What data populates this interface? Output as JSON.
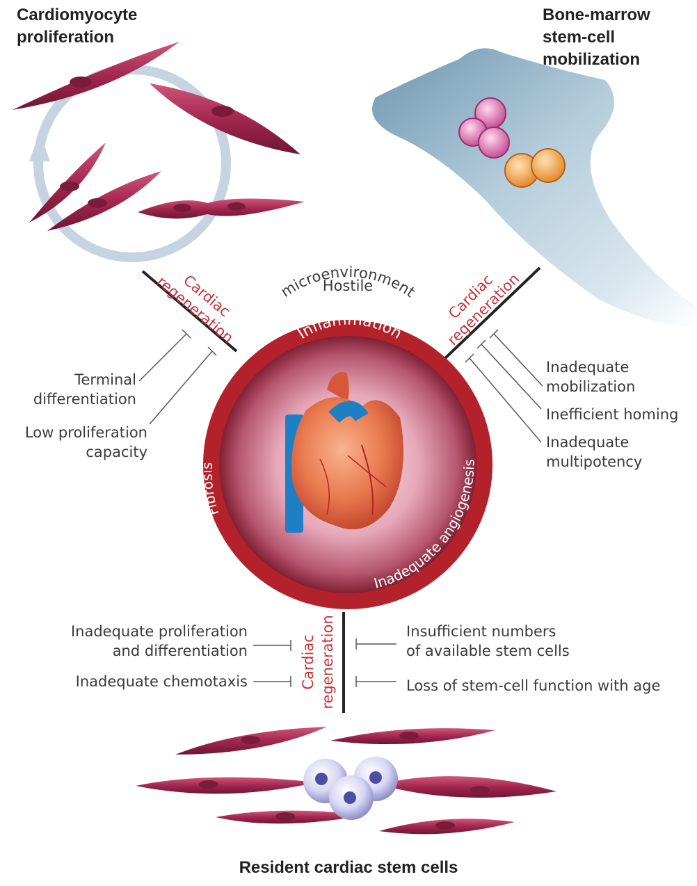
{
  "titles": {
    "top_left": [
      "Cardiomyocyte",
      "proliferation"
    ],
    "top_right": [
      "Bone-marrow",
      "stem-cell",
      "mobilization"
    ],
    "bottom": "Resident cardiac stem cells"
  },
  "center": {
    "hostile": [
      "Hostile",
      "microenvironment"
    ],
    "ring_top": "Inflammation",
    "ring_left": "Fibrosis",
    "ring_right": "Inadequate angiogenesis"
  },
  "regeneration_label": [
    "Cardiac",
    "regeneration"
  ],
  "left_barriers": [
    [
      "Terminal",
      "differentiation"
    ],
    [
      "Low proliferation",
      "capacity"
    ]
  ],
  "right_barriers": [
    [
      "Inadequate",
      "mobilization"
    ],
    [
      "Inefficient homing"
    ],
    [
      "Inadequate",
      "multipotency"
    ]
  ],
  "bottom_left_barriers": [
    [
      "Inadequate proliferation",
      "and differentiation"
    ],
    [
      "Inadequate chemotaxis"
    ]
  ],
  "bottom_right_barriers": [
    [
      "Insufficient numbers",
      "of available stem cells"
    ],
    [
      "Loss of stem-cell function with age"
    ]
  ],
  "colors": {
    "regeneration_red": "#c8323a",
    "ring_red": "#b3222b",
    "cell_magenta": "#a3274f",
    "bone_blue": "#a9c2d2",
    "stem_purple": "#c9c9ef",
    "heart_orange": "#e9774a",
    "vessel_blue": "#1e7fc5"
  }
}
